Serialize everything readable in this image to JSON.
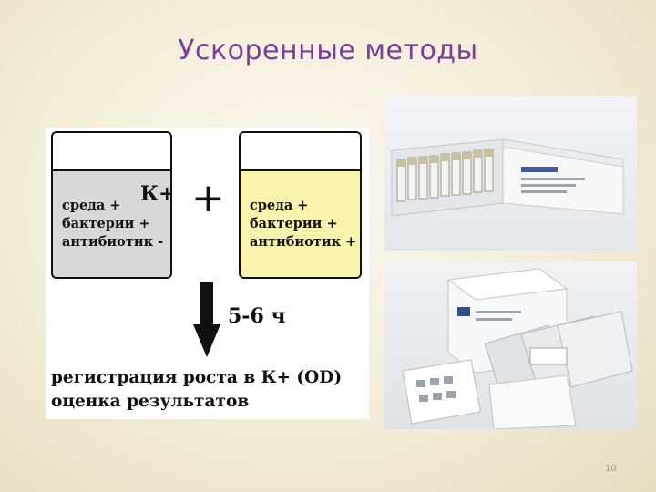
{
  "slide": {
    "title": "Ускоренные методы",
    "page_number": "10"
  },
  "diagram": {
    "left_tube": {
      "line1": "среда +",
      "line2": "бактерии +",
      "line3": "антибиотик -",
      "label": "К+",
      "fill_color": "#d8d8d8"
    },
    "plus": "+",
    "right_tube": {
      "line1": "среда +",
      "line2": "бактерии +",
      "line3": "антибиотик +",
      "fill_color": "#f8f3ad"
    },
    "time": "5-6 ч",
    "result_line1": "регистрация роста в К+ (OD)",
    "result_line2": "оценка результатов"
  },
  "photos": {
    "top": "kit-vials-box-photo",
    "bottom": "kit-packages-photo"
  }
}
